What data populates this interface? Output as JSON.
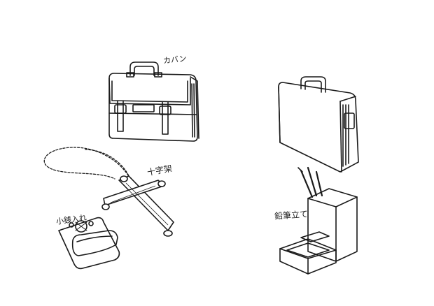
{
  "labels": {
    "bag": "カバン",
    "cross": "十字架",
    "purse": "小銭入れ",
    "pencil_stand": "鉛筆立て"
  },
  "colors": {
    "ink": "#1a1a1a",
    "paper": "#ffffff"
  },
  "icons": [
    "briefcase-front",
    "briefcase-side",
    "cross-necklace",
    "coin-purse",
    "pencil-stand"
  ]
}
